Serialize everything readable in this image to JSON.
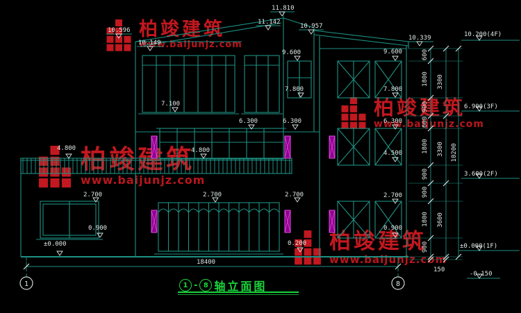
{
  "title": {
    "axis_start": "1",
    "dash": "-",
    "axis_end": "8",
    "text": "轴立面图"
  },
  "axes": {
    "left_bubble": "1",
    "right_bubble": "8"
  },
  "watermark": {
    "brand": "柏竣建筑",
    "url": "www.baijunjz.com"
  },
  "levels": {
    "e11810": "11.810",
    "e11142": "11.142",
    "e10957": "10.957",
    "e10596": "10.596",
    "e10149": "10.149",
    "e10339": "10.339",
    "e9600": "9.600",
    "e7800": "7.800",
    "e7100": "7.100",
    "e6300": "6.300",
    "e4800": "4.800",
    "e4500": "4.500",
    "e2700": "2.700",
    "e0900": "0.900",
    "e0200": "0.200",
    "e0000": "±0.000"
  },
  "floors": {
    "f4": "10.200(4F)",
    "f3": "6.900(3F)",
    "f2": "3.600(2F)",
    "f1": "±0.000(1F)",
    "below_grade": "-0.150"
  },
  "dims": {
    "d600": "600",
    "d900": "900",
    "d1800": "1800",
    "d3300": "3300",
    "d3600": "3600",
    "d150": "150",
    "total_vertical": "10200",
    "total_width": "18400"
  },
  "colors": {
    "background": "#000000",
    "line_teal": "#1e9183",
    "dim_text": "#dfe9e7",
    "title_green": "#1ad53c",
    "watermark_red": "#c2181f",
    "magenta": "#c22ac2"
  }
}
